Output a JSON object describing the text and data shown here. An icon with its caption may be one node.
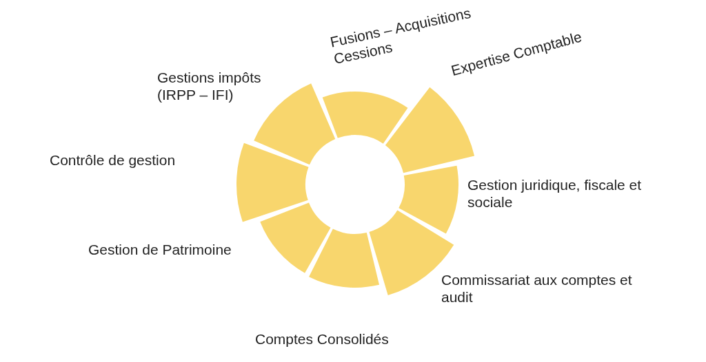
{
  "diagram": {
    "labels": [
      "Fusions – Acquisitions Cessions",
      "Gestions impôts (IRPP – IFI)",
      "Expertise Comptable",
      "Contrôle de gestion",
      "Gestion juridique, fiscale et sociale",
      "Gestion de Patrimoine",
      "Commissariat aux comptes et audit",
      "Comptes Consolidés"
    ]
  }
}
